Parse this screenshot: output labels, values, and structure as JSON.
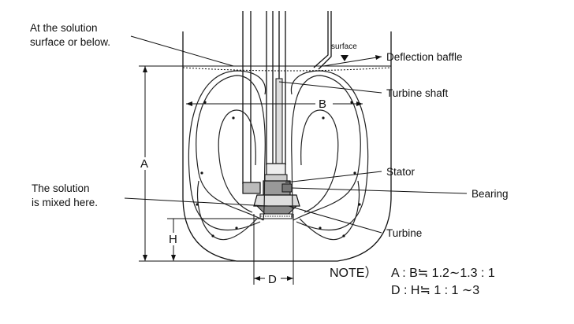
{
  "labels": {
    "solution_surface": [
      "At the solution",
      "surface or below."
    ],
    "surface": "surface",
    "deflection_baffle": "Deflection baffle",
    "turbine_shaft": "Turbine shaft",
    "stator": "Stator",
    "bearing": "Bearing",
    "solution_mixed": [
      "The solution",
      "is mixed here."
    ],
    "turbine": "Turbine"
  },
  "dimensions": {
    "A": "A",
    "B": "B",
    "H": "H",
    "D": "D"
  },
  "note": {
    "prefix": "NOTE）",
    "line1": "A : B≒ 1.2∼1.3 : 1",
    "line2": "D : H≒ 1 : 1 ∼3"
  }
}
